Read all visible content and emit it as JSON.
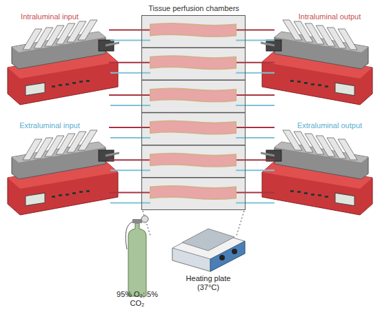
{
  "diagram": {
    "nodes": [
      {
        "text": [
          "Tissue perfusion chambers"
        ]
      }
    ],
    "labels": [
      "Intraluminal input",
      "Intraluminal output",
      "Extraluminal input",
      "Extraluminal output",
      "Heating plate (37°C)",
      "95% O₂; 5% CO₂"
    ]
  }
}
